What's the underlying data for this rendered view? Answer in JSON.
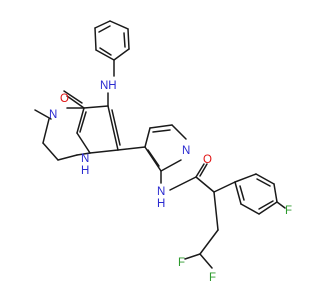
{
  "atoms": {
    "nh_aniline": "NH",
    "o_lactam": "O",
    "n_lactam": "N",
    "n_pyrrole": "N",
    "h_pyrrole": "H",
    "n_pyridine": "N",
    "n_amide": "N",
    "h_amide": "H",
    "o_amide": "O",
    "f_aryl": "F",
    "f_1": "F",
    "f_2": "F"
  },
  "colors": {
    "bond": "#1a1a1a",
    "nitrogen": "#2a2ad0",
    "oxygen": "#e01010",
    "fluorine": "#2d9a2d",
    "background": "#ffffff"
  }
}
